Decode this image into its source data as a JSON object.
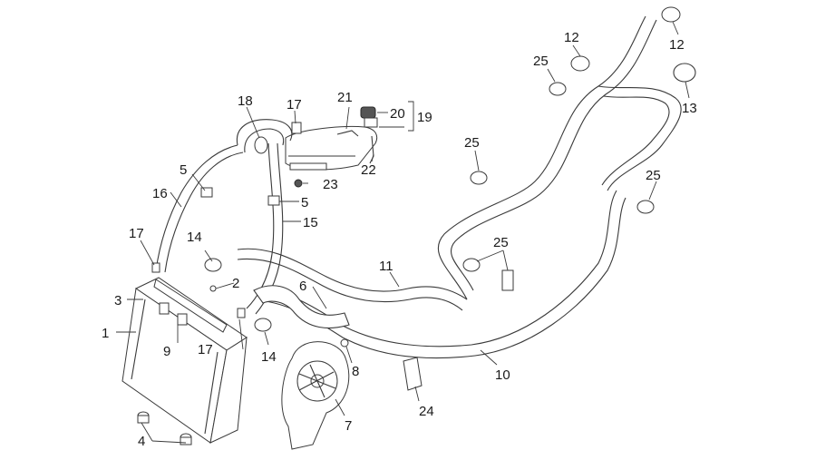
{
  "diagram": {
    "callouts": [
      "1",
      "2",
      "3",
      "4",
      "5",
      "5",
      "6",
      "7",
      "8",
      "9",
      "10",
      "11",
      "12",
      "12",
      "13",
      "14",
      "14",
      "15",
      "16",
      "17",
      "17",
      "17",
      "18",
      "19",
      "20",
      "21",
      "22",
      "23",
      "24",
      "25",
      "25",
      "25",
      "25"
    ],
    "colors": {
      "line": "#3a3a3a",
      "text": "#1a1a1a",
      "background": "#ffffff"
    }
  }
}
